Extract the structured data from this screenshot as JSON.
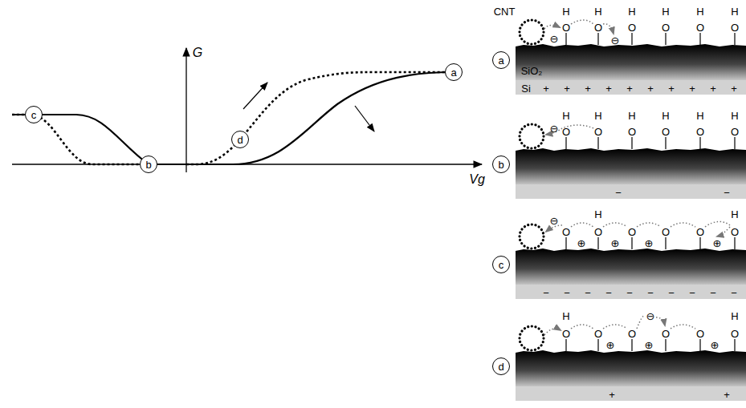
{
  "diagram": {
    "nodes": [
      {
        "text": [
          "a"
        ]
      },
      {
        "text": [
          "b"
        ]
      },
      {
        "text": [
          "c"
        ]
      },
      {
        "text": [
          "d"
        ]
      },
      {
        "text": [
          "a"
        ]
      },
      {
        "text": [
          "b"
        ]
      },
      {
        "text": [
          "c"
        ]
      },
      {
        "text": [
          "d"
        ]
      }
    ],
    "labels": [
      "G",
      "Vg",
      "CNT",
      "SiO₂",
      "Si",
      "H",
      "O",
      "H",
      "O",
      "H",
      "O",
      "H",
      "O",
      "H",
      "O",
      "H",
      "O",
      "⊖",
      "⊖",
      "+",
      "+",
      "+",
      "+",
      "+",
      "+",
      "+",
      "+",
      "+",
      "+",
      "H",
      "O",
      "H",
      "O",
      "H",
      "O",
      "H",
      "O",
      "H",
      "O",
      "H",
      "O",
      "⊖",
      "−",
      "−",
      "⊖",
      "O",
      "H",
      "O",
      "O",
      "O",
      "O",
      "H",
      "O",
      "⊕",
      "⊕",
      "⊕",
      "⊕",
      "−",
      "−",
      "−",
      "−",
      "−",
      "−",
      "−",
      "−",
      "−",
      "−",
      "H",
      "O",
      "O",
      "O",
      "⊖",
      "O",
      "O",
      "H",
      "O",
      "⊕",
      "⊕",
      "⊕",
      "+",
      "+"
    ]
  }
}
